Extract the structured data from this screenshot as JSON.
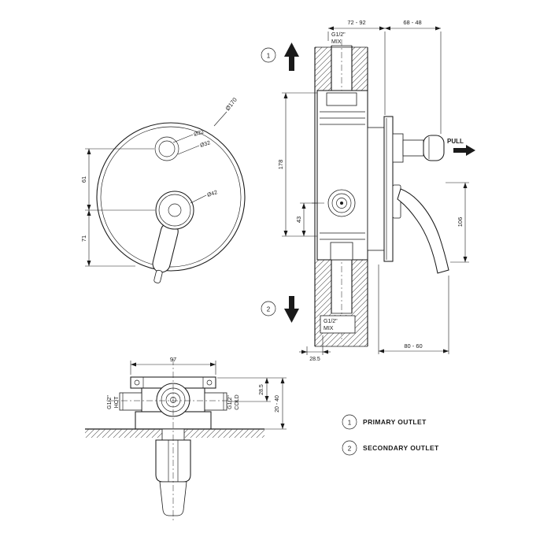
{
  "front_view": {
    "dia_plate": "Ø170",
    "dia_22": "Ø22",
    "dia_32": "Ø32",
    "dia_42": "Ø42",
    "dim_61": "61",
    "dim_71": "71"
  },
  "section_view": {
    "dim_wall_range": "72 - 92",
    "dim_out_range": "68 - 48",
    "mix_top_thread": "G1/2\"",
    "mix_top_name": "MIX",
    "dim_height": "178",
    "dim_outlet": "43",
    "pull_label": "PULL",
    "dim_handle": "106",
    "mix_bottom_thread": "G1/2\"",
    "mix_bottom_name": "MIX",
    "dim_offset": "28.5",
    "dim_depth_range": "80 - 60",
    "callout_primary": "1",
    "callout_secondary": "2"
  },
  "bottom_view": {
    "dim_width": "97",
    "dim_port": "28.5",
    "dim_depth_range": "20 - 40",
    "hot_thread": "G1/2\"",
    "hot_name": "HOT",
    "cold_thread": "G1/2\"",
    "cold_name": "COLD"
  },
  "legend": {
    "item1": {
      "num": "1",
      "label": "PRIMARY OUTLET"
    },
    "item2": {
      "num": "2",
      "label": "SECONDARY OUTLET"
    }
  }
}
